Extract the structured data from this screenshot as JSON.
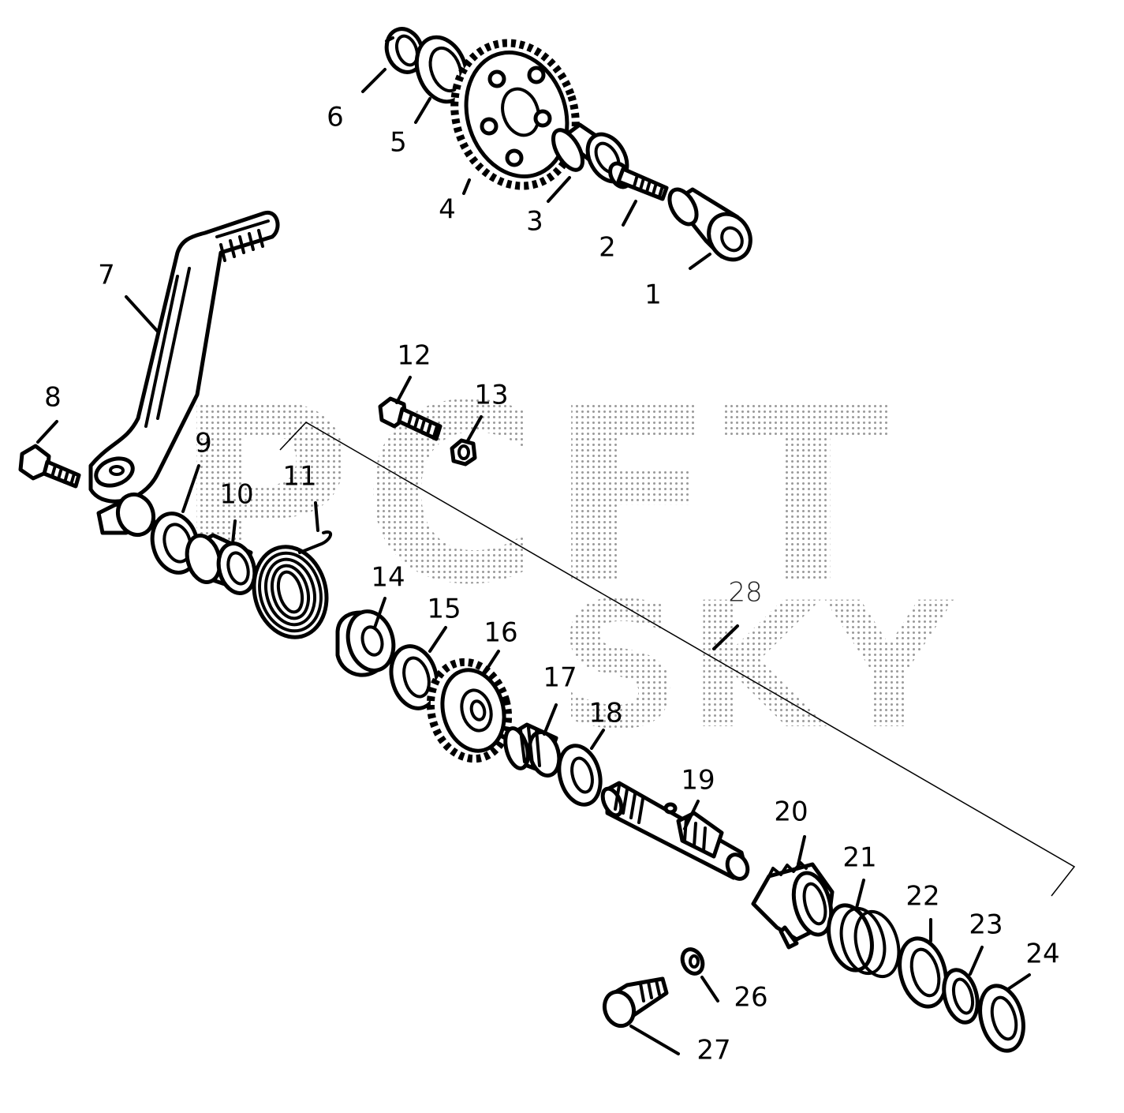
{
  "watermark": {
    "line1": "PCFT",
    "line2": "SKY"
  },
  "labels": [
    {
      "id": "1",
      "text": "1"
    },
    {
      "id": "2",
      "text": "2"
    },
    {
      "id": "3",
      "text": "3"
    },
    {
      "id": "4",
      "text": "4"
    },
    {
      "id": "5",
      "text": "5"
    },
    {
      "id": "6",
      "text": "6"
    },
    {
      "id": "7",
      "text": "7"
    },
    {
      "id": "8",
      "text": "8"
    },
    {
      "id": "9",
      "text": "9"
    },
    {
      "id": "10",
      "text": "10"
    },
    {
      "id": "11",
      "text": "11"
    },
    {
      "id": "12",
      "text": "12"
    },
    {
      "id": "13",
      "text": "13"
    },
    {
      "id": "14",
      "text": "14"
    },
    {
      "id": "15",
      "text": "15"
    },
    {
      "id": "16",
      "text": "16"
    },
    {
      "id": "17",
      "text": "17"
    },
    {
      "id": "18",
      "text": "18"
    },
    {
      "id": "19",
      "text": "19"
    },
    {
      "id": "20",
      "text": "20"
    },
    {
      "id": "21",
      "text": "21"
    },
    {
      "id": "22",
      "text": "22"
    },
    {
      "id": "23",
      "text": "23"
    },
    {
      "id": "24",
      "text": "24"
    },
    {
      "id": "26",
      "text": "26"
    },
    {
      "id": "27",
      "text": "27"
    },
    {
      "id": "28",
      "text": "28"
    }
  ]
}
